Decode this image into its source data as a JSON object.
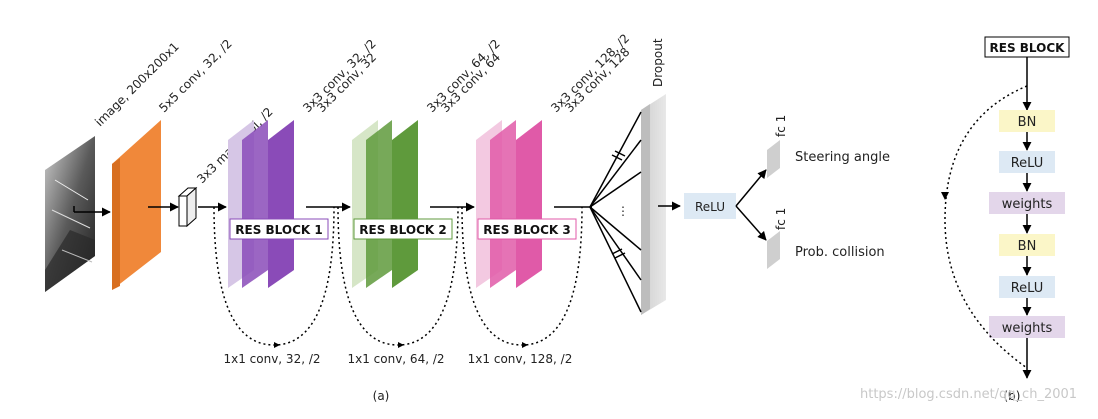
{
  "input_label": "image, 200x200x1",
  "conv_label": "5x5 conv, 32, /2",
  "pool_label": "3x3 max pool, /2",
  "res_blocks": [
    {
      "name": "RES BLOCK 1",
      "conv_top": "3x3 conv, 32, /2",
      "conv_bottom": "3x3 conv, 32",
      "skip": "1x1 conv, 32, /2",
      "color": "#8a4bb8",
      "light": "#d6c6e6"
    },
    {
      "name": "RES BLOCK 2",
      "conv_top": "3x3 conv, 64, /2",
      "conv_bottom": "3x3 conv, 64",
      "skip": "1x1 conv, 64, /2",
      "color": "#5f9a3c",
      "light": "#d6e6c7"
    },
    {
      "name": "RES BLOCK 3",
      "conv_top": "3x3 conv, 128, /2",
      "conv_bottom": "3x3 conv, 128",
      "skip": "1x1 conv, 128, /2",
      "color": "#e05aa8",
      "light": "#f3c9e1"
    }
  ],
  "dropout_label": "Dropout",
  "ellipsis": "⋮",
  "relu_label": "ReLU",
  "fc_top": "fc 1",
  "fc_bottom": "fc 1",
  "output_top": "Steering angle",
  "output_bottom": "Prob. collision",
  "caption_a": "(a)",
  "caption_b": "(b)",
  "detail": {
    "title": "RES BLOCK",
    "layers": [
      "BN",
      "ReLU",
      "weights",
      "BN",
      "ReLU",
      "weights"
    ],
    "layer_colors": {
      "BN": "#fbf6c8",
      "ReLU": "#dde9f4",
      "weights": "#e3d6ea"
    }
  },
  "watermark": "https://blog.csdn.net/qq_ch_2001"
}
